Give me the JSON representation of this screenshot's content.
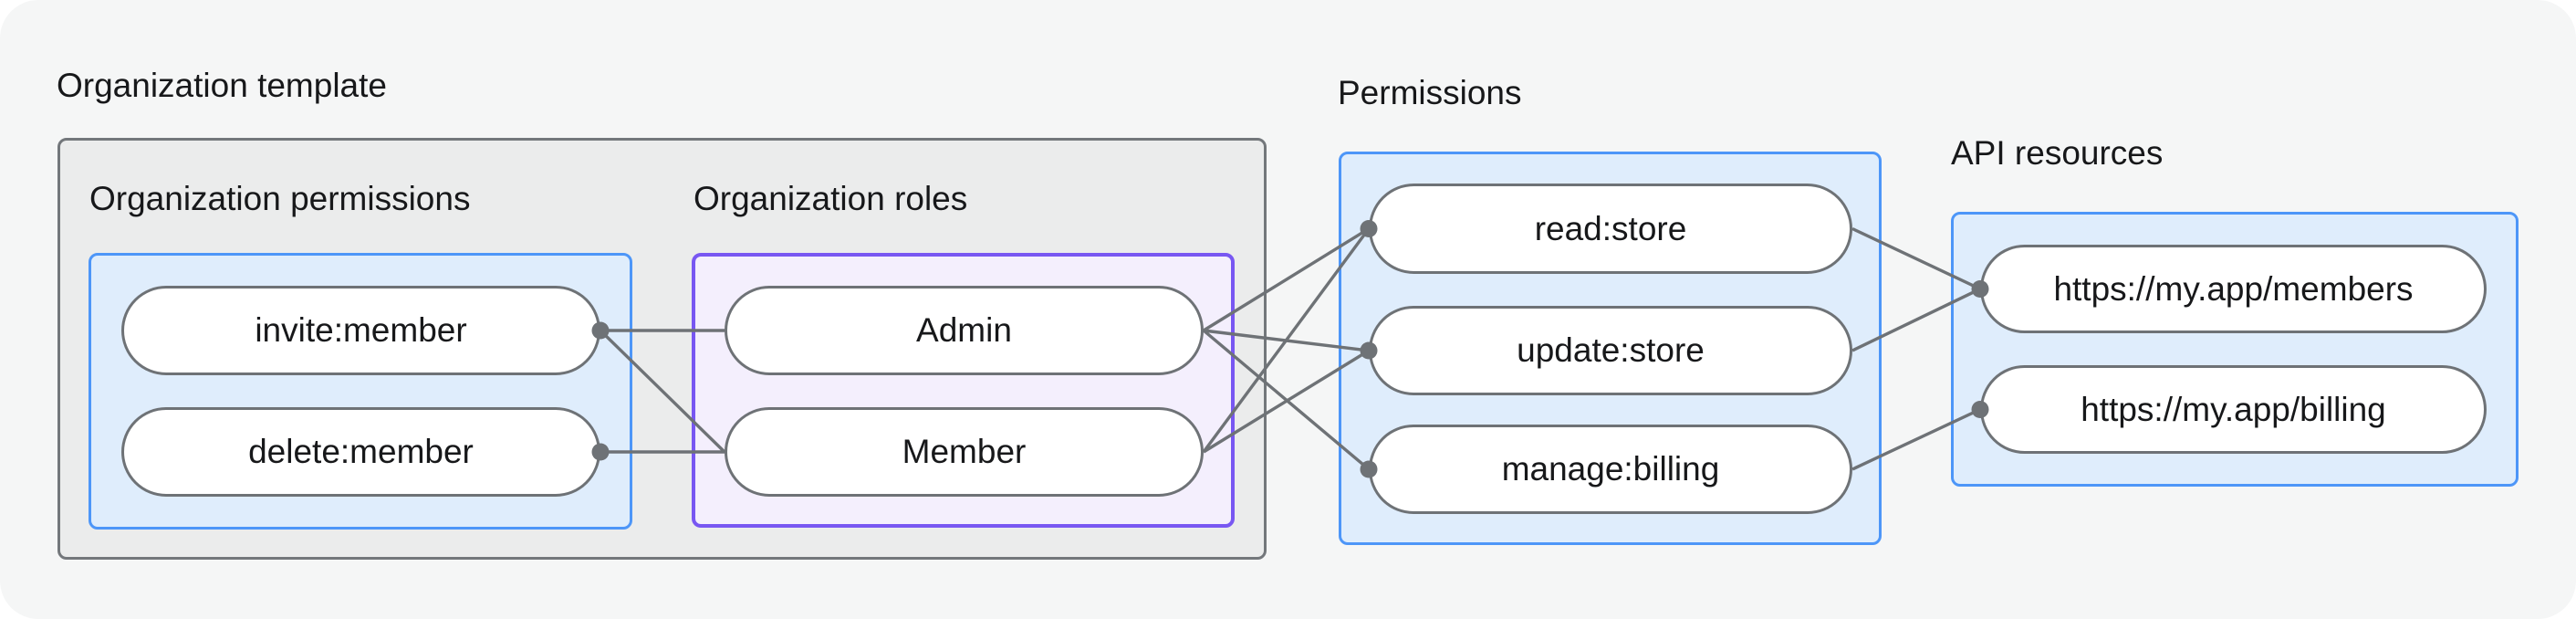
{
  "colors": {
    "page_bg": "#F5F6F6",
    "outer_box_bg": "#EBECEC",
    "outer_box_border": "#73777B",
    "blue_box_bg": "#DFEDFC",
    "blue_box_border": "#4D96F8",
    "purple_box_bg": "#F4EFFD",
    "purple_box_border": "#7857F2",
    "pill_bg": "#FFFFFF",
    "pill_border": "#6E7276",
    "line": "#6E7276",
    "text": "#17181A"
  },
  "sections": {
    "org_template": {
      "label": "Organization template"
    },
    "org_permissions": {
      "label": "Organization permissions",
      "items": [
        {
          "id": "invite",
          "label": "invite:member"
        },
        {
          "id": "delete",
          "label": "delete:member"
        }
      ]
    },
    "org_roles": {
      "label": "Organization roles",
      "items": [
        {
          "id": "admin",
          "label": "Admin"
        },
        {
          "id": "member",
          "label": "Member"
        }
      ]
    },
    "permissions": {
      "label": "Permissions",
      "items": [
        {
          "id": "read",
          "label": "read:store"
        },
        {
          "id": "update",
          "label": "update:store"
        },
        {
          "id": "manage",
          "label": "manage:billing"
        }
      ]
    },
    "api_resources": {
      "label": "API resources",
      "items": [
        {
          "id": "members",
          "label": "https://my.app/members"
        },
        {
          "id": "billing",
          "label": "https://my.app/billing"
        }
      ]
    }
  },
  "edges": [
    {
      "from": "invite",
      "to": "admin"
    },
    {
      "from": "invite",
      "to": "member"
    },
    {
      "from": "delete",
      "to": "member"
    },
    {
      "from": "admin",
      "to": "read"
    },
    {
      "from": "admin",
      "to": "update"
    },
    {
      "from": "admin",
      "to": "manage"
    },
    {
      "from": "member",
      "to": "read"
    },
    {
      "from": "member",
      "to": "update"
    },
    {
      "from": "read",
      "to": "members"
    },
    {
      "from": "update",
      "to": "members"
    },
    {
      "from": "manage",
      "to": "billing"
    }
  ],
  "dots": [
    {
      "node": "invite",
      "side": "right"
    },
    {
      "node": "delete",
      "side": "right"
    },
    {
      "node": "read",
      "side": "left"
    },
    {
      "node": "update",
      "side": "left"
    },
    {
      "node": "manage",
      "side": "left"
    },
    {
      "node": "members",
      "side": "left"
    },
    {
      "node": "billing",
      "side": "left"
    }
  ],
  "line_style": {
    "stroke_width": 3.4,
    "dot_radius": 9.5
  }
}
